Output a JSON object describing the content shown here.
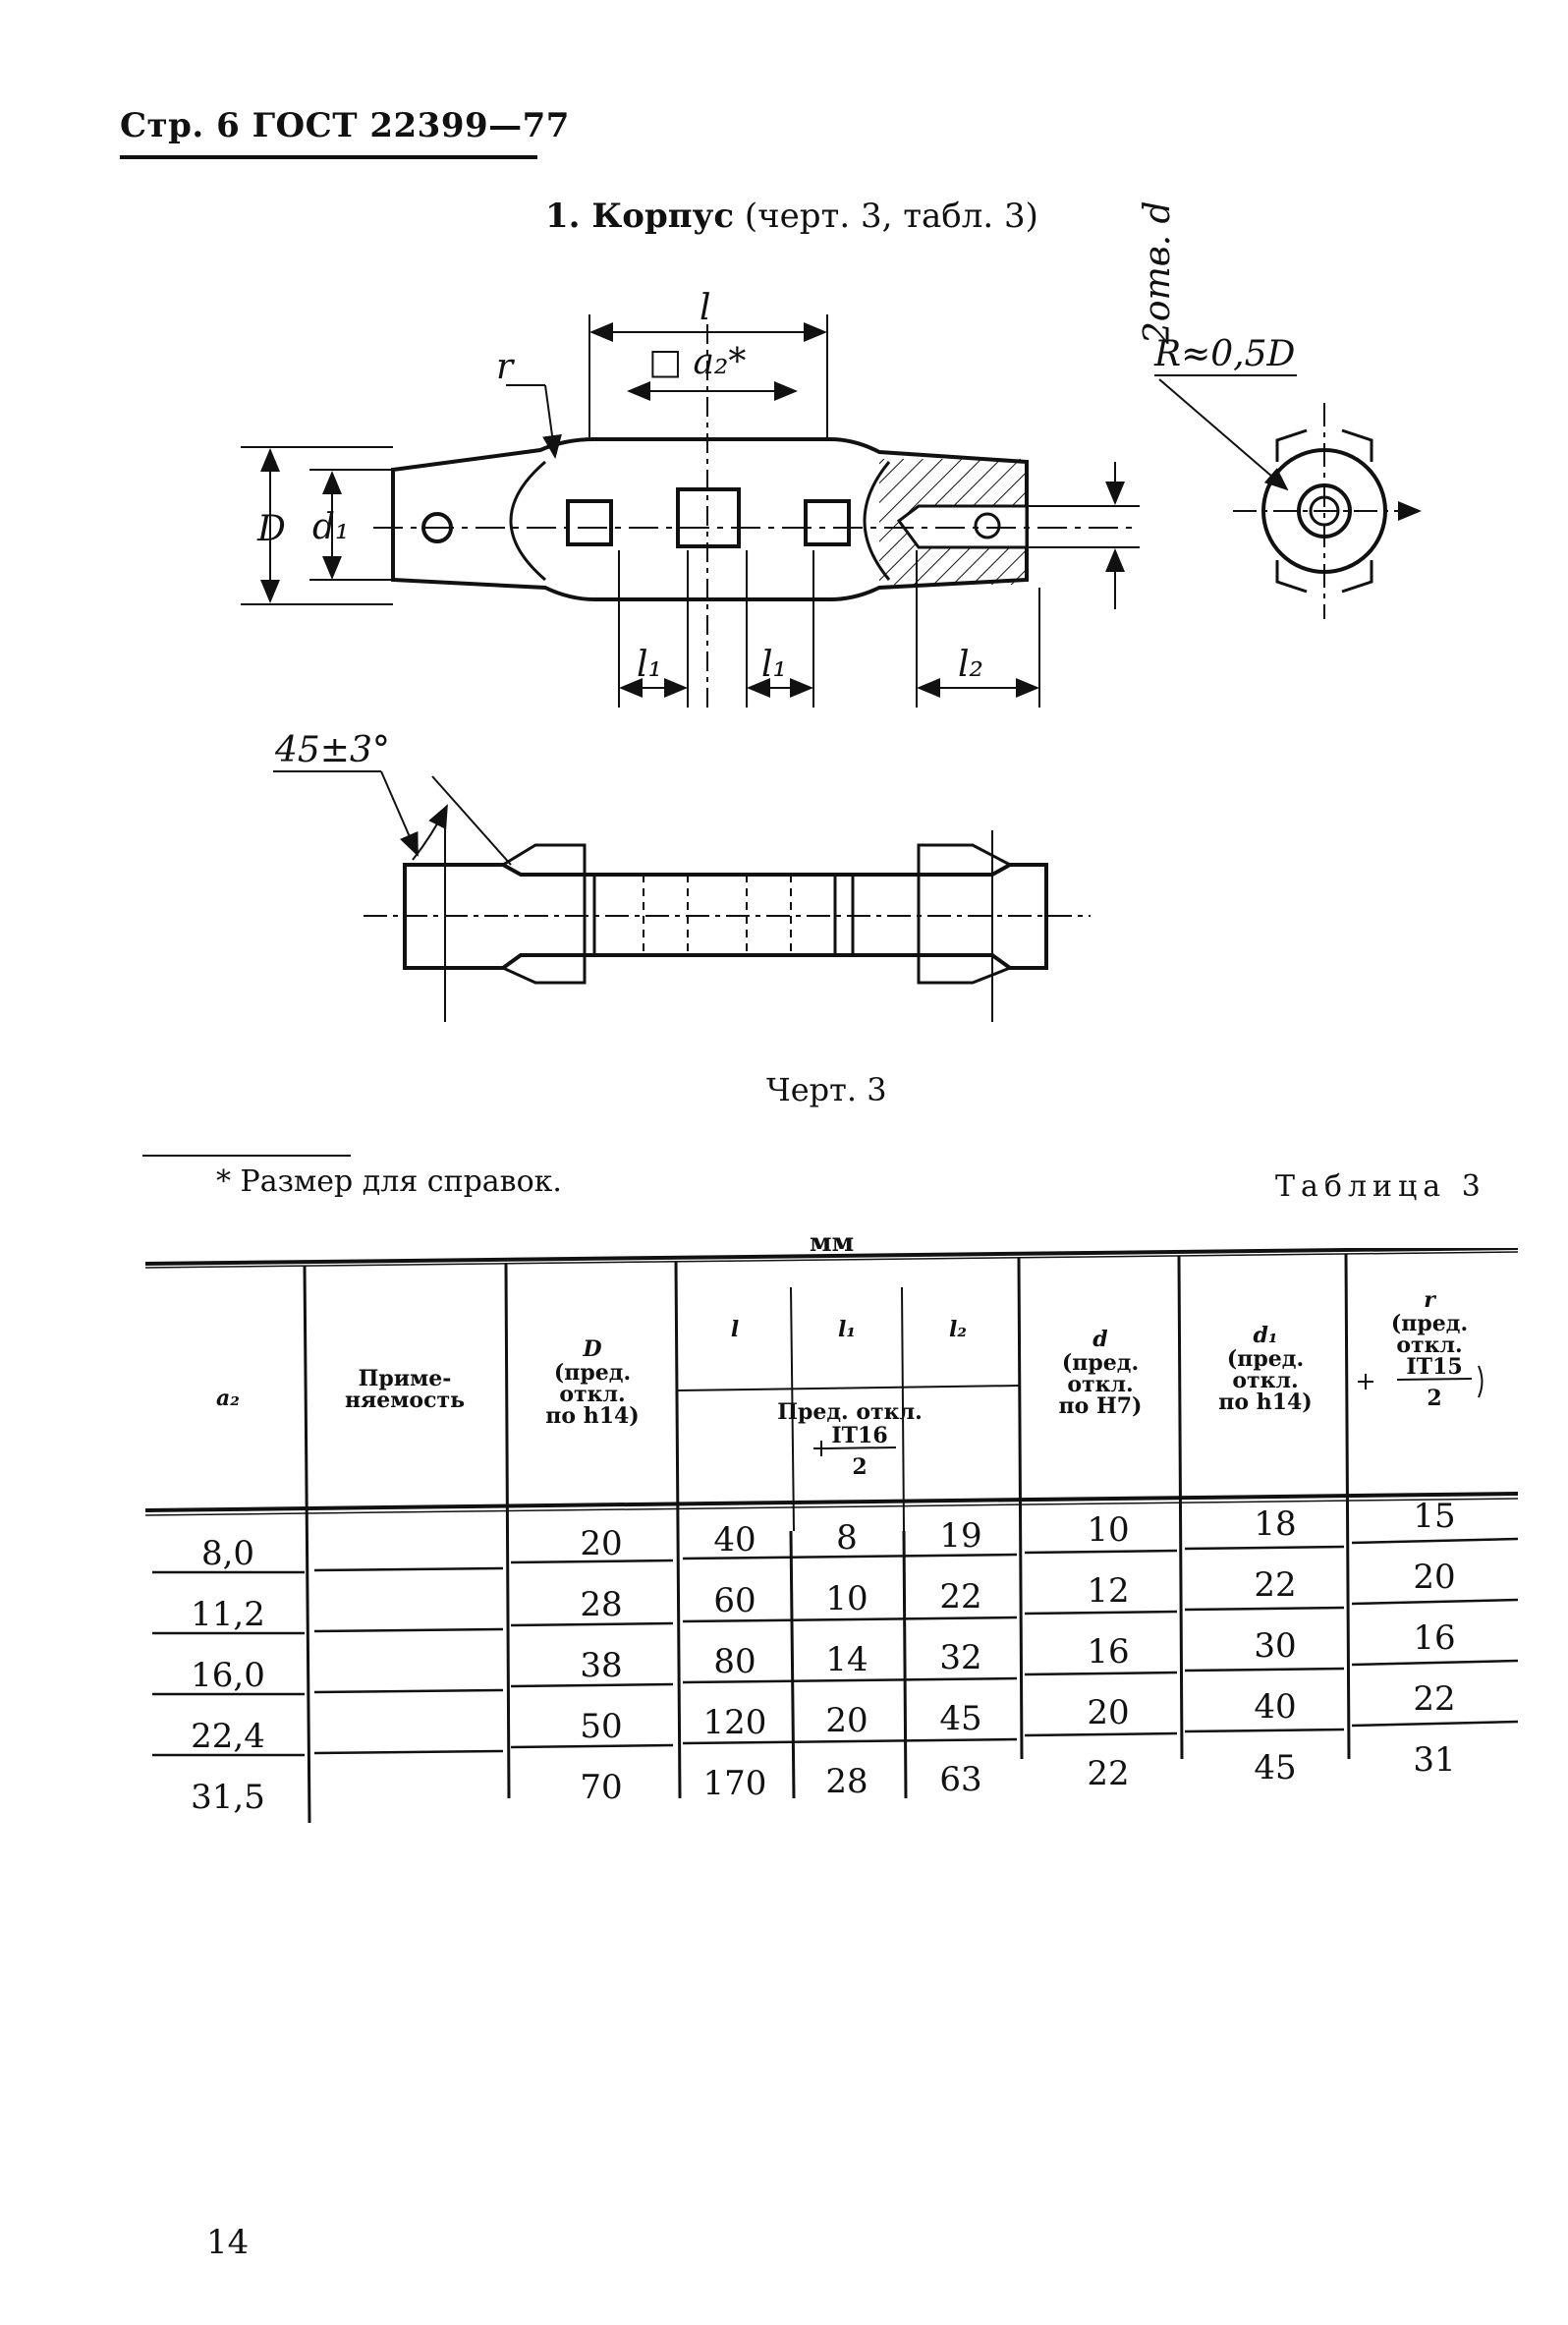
{
  "header": {
    "page": "Стр. 6",
    "standard": "ГОСТ 22399—77"
  },
  "section": {
    "title_bold": "1. Корпус",
    "title_rest": "(черт. 3, табл. 3)"
  },
  "drawing": {
    "dim_l": "l",
    "dim_a2": "□ a₂*",
    "dim_r": "r",
    "dim_D": "D",
    "dim_d1": "d₁",
    "dim_l1a": "l₁",
    "dim_l1b": "l₁",
    "dim_l2": "l₂",
    "dim_holes": "2отв. d",
    "dim_R": "R≈0,5D",
    "dim_angle": "45±3°"
  },
  "figure_caption": "Черт. 3",
  "footnote": "* Размер для справок.",
  "table": {
    "label": "Таблица 3",
    "units": "мм",
    "headers": {
      "a2": "a₂",
      "applicability": [
        "Приме-",
        "няемость"
      ],
      "D": [
        "D",
        "(пред.",
        "откл.",
        "по h14)"
      ],
      "l": "l",
      "l1": "l₁",
      "l2": "l₂",
      "tol_label": "Пред. откл.",
      "tol_num": "IT16",
      "tol_den": "2",
      "d": [
        "d",
        "(пред.",
        "откл.",
        "по H7)"
      ],
      "d1": [
        "d₁",
        "(пред.",
        "откл.",
        "по h14)"
      ],
      "r": [
        "r",
        "(пред.",
        "откл.",
        "IT15",
        "2"
      ]
    },
    "rows": [
      {
        "a2": "8,0",
        "app": "",
        "D": "20",
        "l": "40",
        "l1": "8",
        "l2": "19",
        "d": "10",
        "d1": "18",
        "r": "15"
      },
      {
        "a2": "11,2",
        "app": "",
        "D": "28",
        "l": "60",
        "l1": "10",
        "l2": "22",
        "d": "12",
        "d1": "22",
        "r": "20"
      },
      {
        "a2": "16,0",
        "app": "",
        "D": "38",
        "l": "80",
        "l1": "14",
        "l2": "32",
        "d": "16",
        "d1": "30",
        "r": "16"
      },
      {
        "a2": "22,4",
        "app": "",
        "D": "50",
        "l": "120",
        "l1": "20",
        "l2": "45",
        "d": "20",
        "d1": "40",
        "r": "22"
      },
      {
        "a2": "31,5",
        "app": "",
        "D": "70",
        "l": "170",
        "l1": "28",
        "l2": "63",
        "d": "22",
        "d1": "45",
        "r": "31"
      }
    ]
  },
  "page_number": "14"
}
